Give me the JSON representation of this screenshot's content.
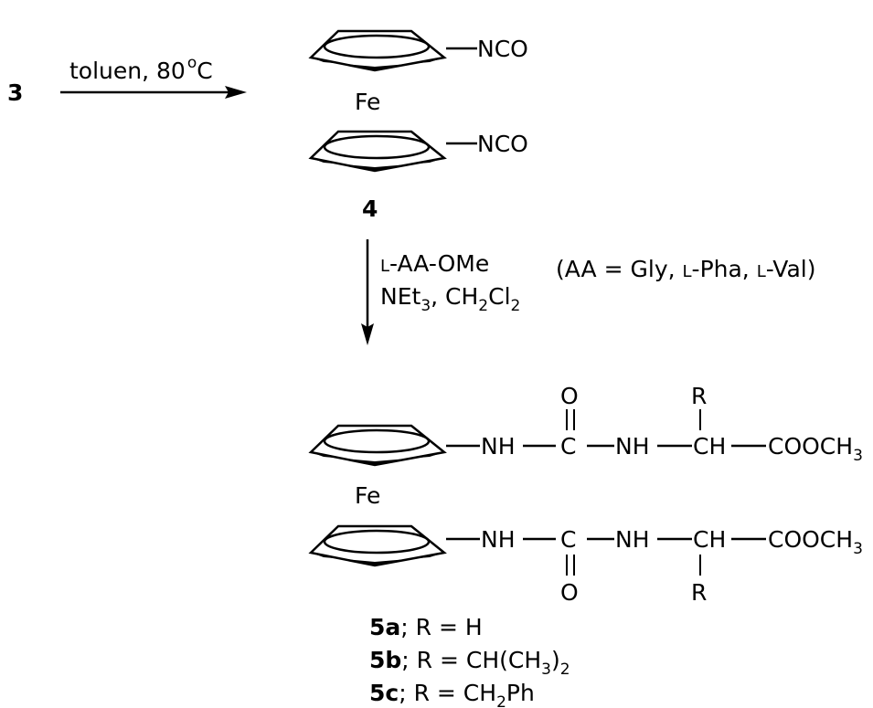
{
  "scheme": {
    "start_compound": "3",
    "step1": {
      "conditions": "toluen, 80",
      "temp_degree": "o",
      "temp_unit": "C"
    },
    "intermediate": {
      "label": "4",
      "metal": "Fe",
      "substituent_top": "NCO",
      "substituent_bottom": "NCO"
    },
    "step2": {
      "reagent_prefix": "L",
      "reagent_main": "-AA-OMe",
      "base_part1": "NEt",
      "base_sub1": "3",
      "base_part2": ", CH",
      "base_sub2": "2",
      "base_part3": "Cl",
      "base_sub3": "2",
      "note_open": "(AA = Gly, ",
      "note_l1": "L",
      "note_mid": "-Pha, ",
      "note_l2": "L",
      "note_close": "-Val)"
    },
    "product": {
      "metal": "Fe",
      "nh": "NH",
      "c": "C",
      "ch": "CH",
      "o": "O",
      "r": "R",
      "ester": "COOCH",
      "ester_sub": "3",
      "variants": [
        {
          "label": "5a",
          "text": "; R = H",
          "sub": "",
          "tail": ""
        },
        {
          "label": "5b",
          "text": "; R = CH(CH",
          "sub": "3",
          "tail": ")",
          "sub2": "2"
        },
        {
          "label": "5c",
          "text": "; R = CH",
          "sub": "2",
          "tail": "Ph"
        }
      ]
    }
  }
}
